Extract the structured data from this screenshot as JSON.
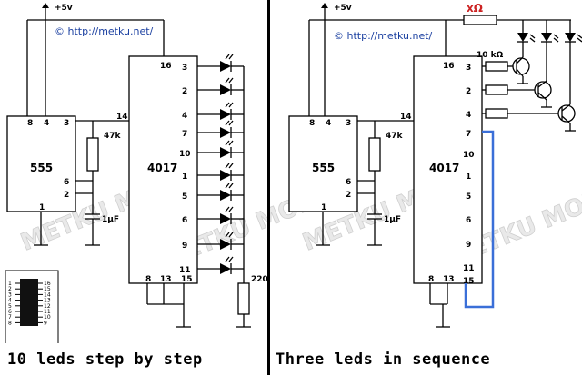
{
  "left": {
    "supply": "+5v",
    "url": "© http://metku.net/",
    "ic1": {
      "name": "555",
      "pins": [
        "8",
        "4",
        "3",
        "6",
        "2",
        "1"
      ]
    },
    "ic2": {
      "name": "4017",
      "top_pin": "16",
      "bottom_pins": [
        "8",
        "13",
        "15"
      ],
      "in_pin": "14",
      "outputs": [
        "3",
        "2",
        "4",
        "7",
        "10",
        "1",
        "5",
        "6",
        "9",
        "11"
      ]
    },
    "resistor": "47k",
    "capacitor": "1µF",
    "led_resistor": "220",
    "caption": "10 leds step by step"
  },
  "right": {
    "supply": "+5v",
    "url": "© http://metku.net/",
    "top_resistor": "xΩ",
    "base_resistor": "10 kΩ",
    "ic1": {
      "name": "555",
      "pins": [
        "8",
        "4",
        "3",
        "6",
        "2",
        "1"
      ]
    },
    "ic2": {
      "name": "4017",
      "top_pin": "16",
      "bottom_pins": [
        "8",
        "13",
        "15"
      ],
      "in_pin": "14",
      "outputs": [
        "3",
        "2",
        "4",
        "7",
        "10",
        "1",
        "5",
        "6",
        "9",
        "11",
        "15"
      ]
    },
    "resistor": "47k",
    "capacitor": "1µF",
    "caption": "Three leds in sequence"
  },
  "dip_pins_left": [
    "1",
    "2",
    "3",
    "4",
    "5",
    "6",
    "7",
    "8"
  ],
  "dip_pins_right": [
    "16",
    "15",
    "14",
    "13",
    "12",
    "11",
    "10",
    "9"
  ],
  "watermark": "METKU MODS",
  "colors": {
    "divider": "#000000",
    "reset_link": "#3a6fd8",
    "url": "#1a3fa0",
    "resistor_mark": "#cc2222"
  }
}
